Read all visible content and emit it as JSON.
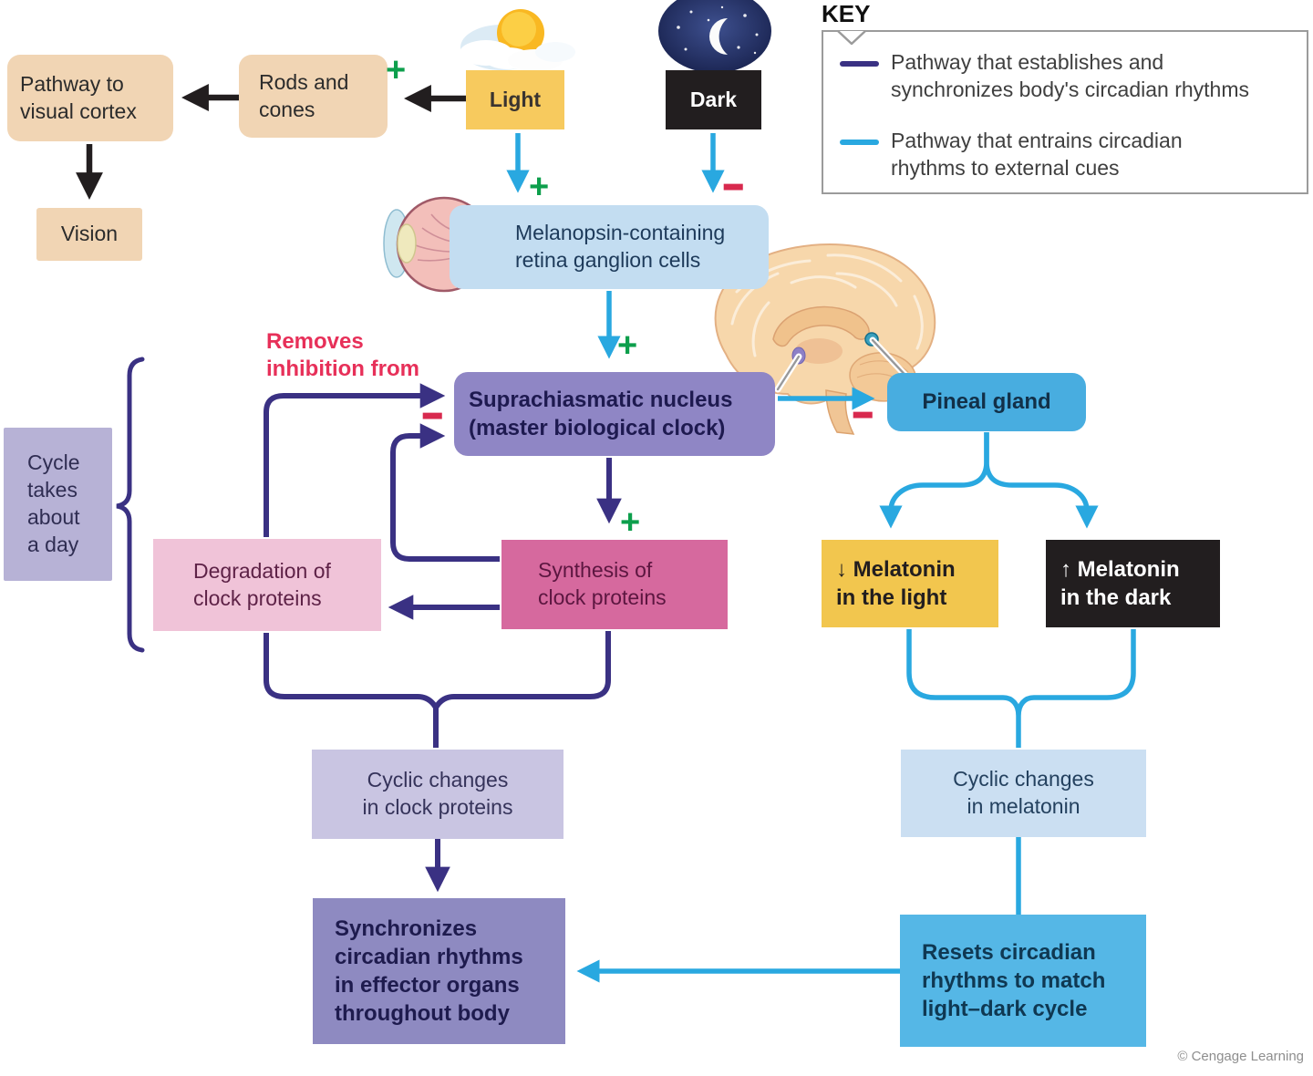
{
  "key": {
    "title": "KEY",
    "items": [
      {
        "label": "Pathway that establishes and\nsynchronizes body's circadian rhythms",
        "color": "#3a3183"
      },
      {
        "label": "Pathway that entrains circadian\nrhythms to external cues",
        "color": "#29a8e0"
      }
    ]
  },
  "nodes": {
    "pathway_visual_cortex": "Pathway to\nvisual cortex",
    "rods_cones": "Rods and\ncones",
    "vision": "Vision",
    "light": "Light",
    "dark": "Dark",
    "melanopsin": "Melanopsin-containing\nretina ganglion cells",
    "scn": "Suprachiasmatic nucleus\n(master biological clock)",
    "pineal": "Pineal gland",
    "cycle_duration": "Cycle\ntakes\nabout\na day",
    "degradation": "Degradation of\nclock proteins",
    "synthesis": "Synthesis of\nclock proteins",
    "melatonin_light": "↓ Melatonin\nin the light",
    "melatonin_dark": "↑ Melatonin\nin the dark",
    "cyclic_clock": "Cyclic changes\nin clock proteins",
    "cyclic_melatonin": "Cyclic changes\nin melatonin",
    "synchronizes": "Synchronizes\ncircadian rhythms\nin effector organs\nthroughout body",
    "resets": "Resets circadian\nrhythms to match\nlight–dark cycle"
  },
  "annotations": {
    "removes_inhibition": "Removes\ninhibition from",
    "copyright": "© Cengage Learning"
  },
  "signs": {
    "plus": "+",
    "minus": "−"
  },
  "colors": {
    "establish_pathway": "#3a3183",
    "entrain_pathway": "#29a8e0",
    "plus_green": "#0d9f4c",
    "minus_red": "#d8294e",
    "tan_box": "#f1d5b4",
    "light_box": "#f7ca5e",
    "dark_box": "#221e1f",
    "melanopsin_box": "#c3ddf1",
    "scn_box": "#8f86c5",
    "pineal_box": "#48ade0",
    "degradation_box": "#f0c3d8",
    "synthesis_box": "#d6699e",
    "synchronizes_box": "#8e8ac1",
    "resets_box": "#55b7e6"
  }
}
